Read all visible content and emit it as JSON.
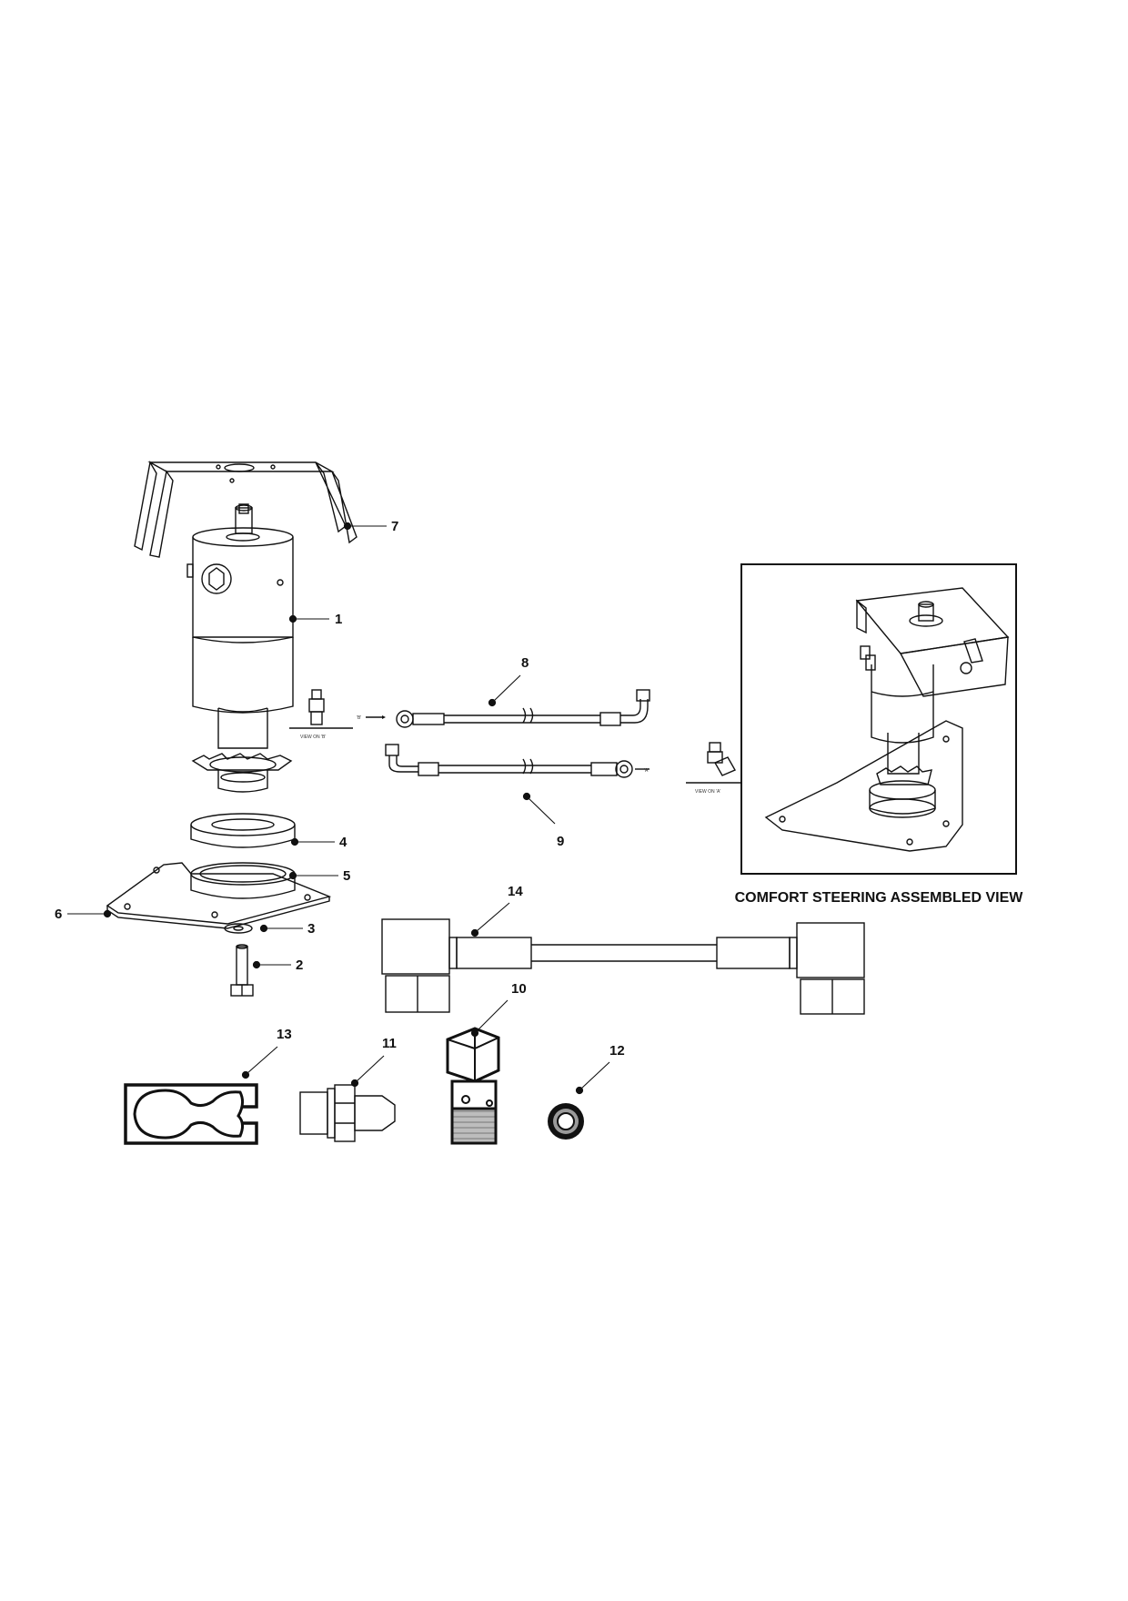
{
  "callouts": [
    "1",
    "2",
    "3",
    "4",
    "5",
    "6",
    "7",
    "8",
    "9",
    "10",
    "11",
    "12",
    "13",
    "14"
  ],
  "detail_views": {
    "view_b": "VIEW ON 'B'",
    "view_a": "VIEW ON 'A'",
    "arrow_b": "'B'",
    "arrow_a": "'A'"
  },
  "inset": {
    "caption": "COMFORT STEERING ASSEMBLED VIEW"
  },
  "colors": {
    "line": "#111111",
    "background": "#ffffff",
    "shade": "#d6d6d6"
  }
}
